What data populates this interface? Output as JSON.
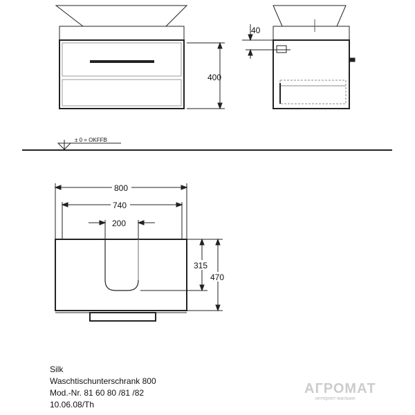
{
  "front_view": {
    "height_label": "400"
  },
  "side_view": {
    "depth_label": "40"
  },
  "floor": {
    "level_label": "± 0 = OKFFB"
  },
  "top_view": {
    "width_outer_label": "800",
    "width_inner_label": "740",
    "cutout_width_label": "200",
    "cutout_depth_label": "315",
    "depth_label": "470"
  },
  "info": {
    "line1": "Silk",
    "line2": "Waschtischunterschrank 800",
    "line3": "Mod.-Nr. 81 60 80 /81 /82",
    "line4": "10.06.08/Th"
  },
  "watermark": {
    "brand": "АГРОМАТ",
    "tagline": "интернет-магазин"
  }
}
